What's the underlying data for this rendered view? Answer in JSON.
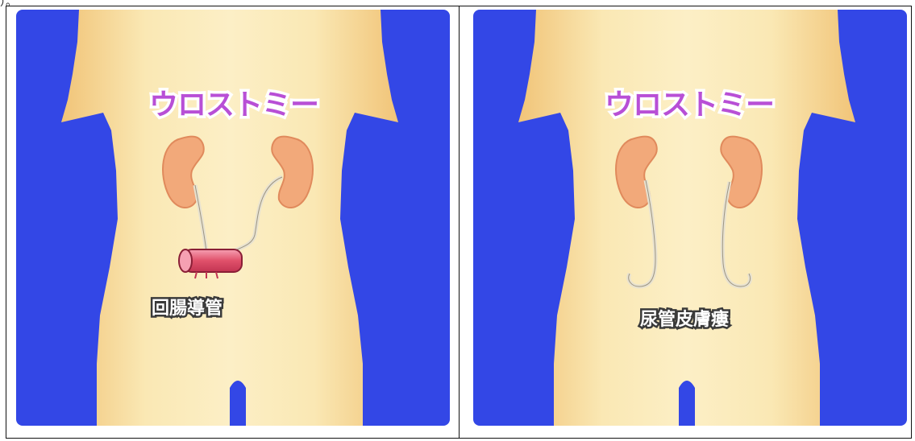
{
  "page": {
    "top_mark": "）。"
  },
  "panels": [
    {
      "title": "ウロストミー",
      "label": "回腸導管"
    },
    {
      "title": "ウロストミー",
      "label": "尿管皮膚瘻"
    }
  ],
  "colors": {
    "background_blue": "#3347e6",
    "skin": "#f8e2a4",
    "kidney": "#f2a97a",
    "title_purple": "#b84fd6",
    "conduit_red": "#e0506a"
  }
}
